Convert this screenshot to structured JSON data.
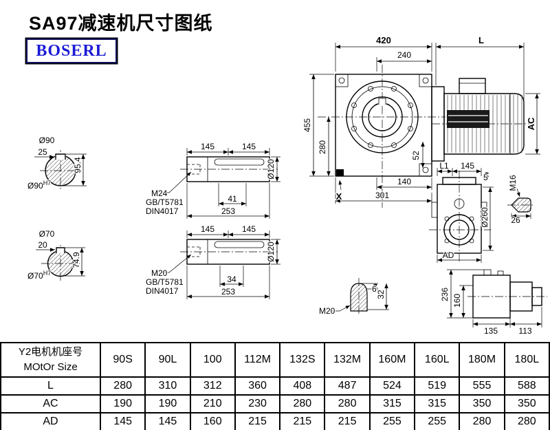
{
  "title": "SA97减速机尺寸图纸",
  "logo": "BOSERL",
  "main_view": {
    "dim_top_width": "420",
    "dim_motor_length": "L",
    "dim_flange_offset": "240",
    "dim_total_height": "455",
    "dim_axis_height": "280",
    "dim_motor_ac": "AC",
    "dim_52": "52",
    "dim_140": "140",
    "dim_301": "301",
    "label_x": "X"
  },
  "shaft_end_90": {
    "dia": "Ø90",
    "key_width": "25",
    "key_height": "95.4",
    "fit_base": "Ø90",
    "fit_sup": "H7"
  },
  "shaft_end_70": {
    "dia": "Ø70",
    "key_width": "20",
    "key_height": "74.9",
    "fit_base": "Ø70",
    "fit_sup": "H7"
  },
  "shaft_side_a": {
    "dim_145_left": "145",
    "dim_145_right": "145",
    "dia": "Ø120",
    "thread": "M24",
    "std_gb": "GB/T5781",
    "std_din": "DIN4017",
    "dim_41": "41",
    "dim_253": "253"
  },
  "shaft_side_b": {
    "dim_145_left": "145",
    "dim_145_right": "145",
    "dia": "Ø120",
    "thread": "M20",
    "std_gb": "GB/T5781",
    "std_din": "DIN4017",
    "dim_34": "34",
    "dim_253": "253"
  },
  "output_view": {
    "dim_l1": "L1",
    "dim_145": "145",
    "dim_5": "5",
    "thread": "M16",
    "dim_26": "26",
    "dia": "Ø260",
    "dim_ad": "AD"
  },
  "plug_detail": {
    "thread": "M20",
    "dim_6": "6",
    "dim_32": "32"
  },
  "side_view": {
    "dim_236": "236",
    "dim_160": "160",
    "dim_135": "135",
    "dim_113": "113"
  },
  "table": {
    "header_line1": "Y2电机机座号",
    "header_line2": "MOtOr Size",
    "columns": [
      "90S",
      "90L",
      "100",
      "112M",
      "132S",
      "132M",
      "160M",
      "160L",
      "180M",
      "180L"
    ],
    "rows": [
      {
        "label": "L",
        "values": [
          "280",
          "310",
          "312",
          "360",
          "408",
          "487",
          "524",
          "519",
          "555",
          "588"
        ]
      },
      {
        "label": "AC",
        "values": [
          "190",
          "190",
          "210",
          "230",
          "280",
          "280",
          "315",
          "315",
          "350",
          "350"
        ]
      },
      {
        "label": "AD",
        "values": [
          "145",
          "145",
          "160",
          "215",
          "215",
          "215",
          "255",
          "255",
          "280",
          "280"
        ]
      }
    ]
  }
}
